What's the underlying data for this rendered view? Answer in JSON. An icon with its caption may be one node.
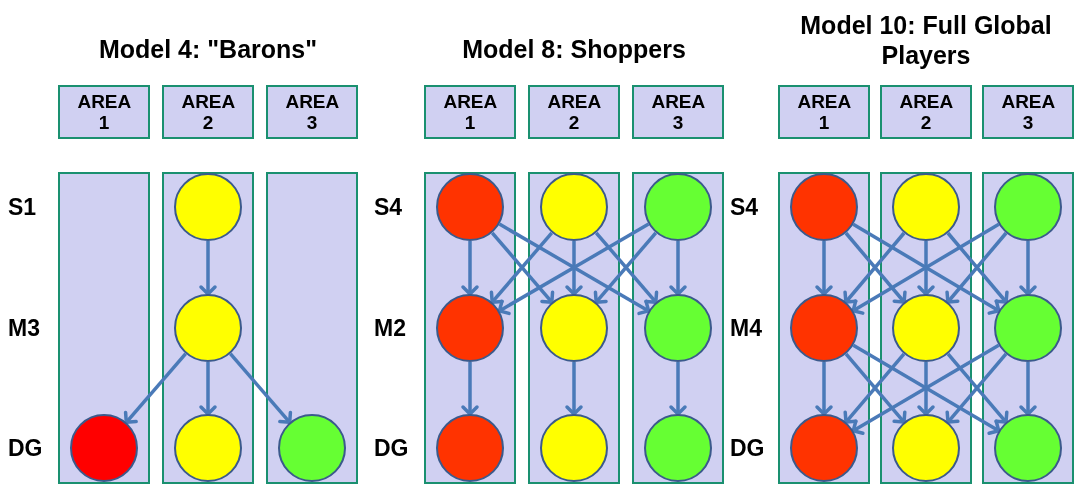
{
  "diagram": {
    "nodes": [
      {
        "text": [
          "AREA 1"
        ]
      },
      {
        "text": [
          "AREA 2"
        ]
      },
      {
        "text": [
          "AREA 3"
        ]
      },
      {
        "text": [],
        "shape": "box"
      },
      {
        "text": [],
        "shape": "circle",
        "in": 3
      },
      {
        "text": [],
        "shape": "box"
      },
      {
        "text": [],
        "shape": "circle",
        "in": 5
      },
      {
        "text": [],
        "shape": "circle",
        "in": 5
      },
      {
        "text": [],
        "shape": "circle",
        "in": 5
      },
      {
        "text": [],
        "shape": "box"
      },
      {
        "text": [],
        "shape": "circle",
        "in": 9
      },
      {
        "text": [
          "AREA 1"
        ]
      },
      {
        "text": [
          "AREA 2"
        ]
      },
      {
        "text": [
          "AREA 3"
        ]
      },
      {
        "text": [],
        "shape": "box"
      },
      {
        "text": [],
        "shape": "circle",
        "in": 14
      },
      {
        "text": [],
        "shape": "circle",
        "in": 14
      },
      {
        "text": [],
        "shape": "circle",
        "in": 14
      },
      {
        "text": [],
        "shape": "box"
      },
      {
        "text": [],
        "shape": "circle",
        "in": 18
      },
      {
        "text": [],
        "shape": "circle",
        "in": 18
      },
      {
        "text": [],
        "shape": "circle",
        "in": 18
      },
      {
        "text": [],
        "shape": "box"
      },
      {
        "text": [],
        "shape": "circle",
        "in": 22
      },
      {
        "text": [],
        "shape": "circle",
        "in": 22
      },
      {
        "text": [],
        "shape": "circle",
        "in": 22
      },
      {
        "text": [
          "AREA 1"
        ]
      },
      {
        "text": [
          "AREA 2"
        ]
      },
      {
        "text": [
          "AREA 3"
        ]
      },
      {
        "text": [],
        "shape": "box"
      },
      {
        "text": [],
        "shape": "circle",
        "in": 29
      },
      {
        "text": [],
        "shape": "circle",
        "in": 29
      },
      {
        "text": [],
        "shape": "circle",
        "in": 29
      },
      {
        "text": [],
        "shape": "box"
      },
      {
        "text": [],
        "shape": "circle",
        "in": 33
      },
      {
        "text": [],
        "shape": "circle",
        "in": 33
      },
      {
        "text": [],
        "shape": "circle",
        "in": 33
      },
      {
        "text": [],
        "shape": "box"
      },
      {
        "text": [],
        "shape": "circle",
        "in": 37
      },
      {
        "text": [],
        "shape": "circle",
        "in": 37
      },
      {
        "text": [],
        "shape": "circle",
        "in": 37
      }
    ],
    "edges": [
      {
        "from": 6,
        "to": 7,
        "arrow": "to"
      },
      {
        "from": 7,
        "to": 4,
        "arrow": "to"
      },
      {
        "from": 7,
        "to": 8,
        "arrow": "to"
      },
      {
        "from": 7,
        "to": 10,
        "arrow": "to"
      },
      {
        "from": 15,
        "to": 16,
        "arrow": "to"
      },
      {
        "from": 15,
        "to": 20,
        "arrow": "to"
      },
      {
        "from": 15,
        "to": 24,
        "arrow": "to"
      },
      {
        "from": 19,
        "to": 16,
        "arrow": "to"
      },
      {
        "from": 19,
        "to": 20,
        "arrow": "to"
      },
      {
        "from": 19,
        "to": 24,
        "arrow": "to"
      },
      {
        "from": 23,
        "to": 16,
        "arrow": "to"
      },
      {
        "from": 23,
        "to": 20,
        "arrow": "to"
      },
      {
        "from": 23,
        "to": 24,
        "arrow": "to"
      },
      {
        "from": 16,
        "to": 17,
        "arrow": "to"
      },
      {
        "from": 20,
        "to": 21,
        "arrow": "to"
      },
      {
        "from": 24,
        "to": 25,
        "arrow": "to"
      },
      {
        "from": 30,
        "to": 31,
        "arrow": "to"
      },
      {
        "from": 30,
        "to": 35,
        "arrow": "to"
      },
      {
        "from": 30,
        "to": 39,
        "arrow": "to"
      },
      {
        "from": 34,
        "to": 31,
        "arrow": "to"
      },
      {
        "from": 34,
        "to": 35,
        "arrow": "to"
      },
      {
        "from": 34,
        "to": 39,
        "arrow": "to"
      },
      {
        "from": 38,
        "to": 31,
        "arrow": "to"
      },
      {
        "from": 38,
        "to": 35,
        "arrow": "to"
      },
      {
        "from": 38,
        "to": 39,
        "arrow": "to"
      },
      {
        "from": 31,
        "to": 32,
        "arrow": "to"
      },
      {
        "from": 31,
        "to": 36,
        "arrow": "to"
      },
      {
        "from": 31,
        "to": 40,
        "arrow": "to"
      },
      {
        "from": 35,
        "to": 32,
        "arrow": "to"
      },
      {
        "from": 35,
        "to": 36,
        "arrow": "to"
      },
      {
        "from": 35,
        "to": 40,
        "arrow": "to"
      },
      {
        "from": 39,
        "to": 32,
        "arrow": "to"
      },
      {
        "from": 39,
        "to": 36,
        "arrow": "to"
      },
      {
        "from": 39,
        "to": 40,
        "arrow": "to"
      }
    ],
    "labels": [
      "Model 4: \"Barons\"",
      "Model 8: Shoppers",
      "Model 10: Full Global Players",
      "S1",
      "M3",
      "DG",
      "S4",
      "M2",
      "DG",
      "S4",
      "M4",
      "DG"
    ]
  }
}
